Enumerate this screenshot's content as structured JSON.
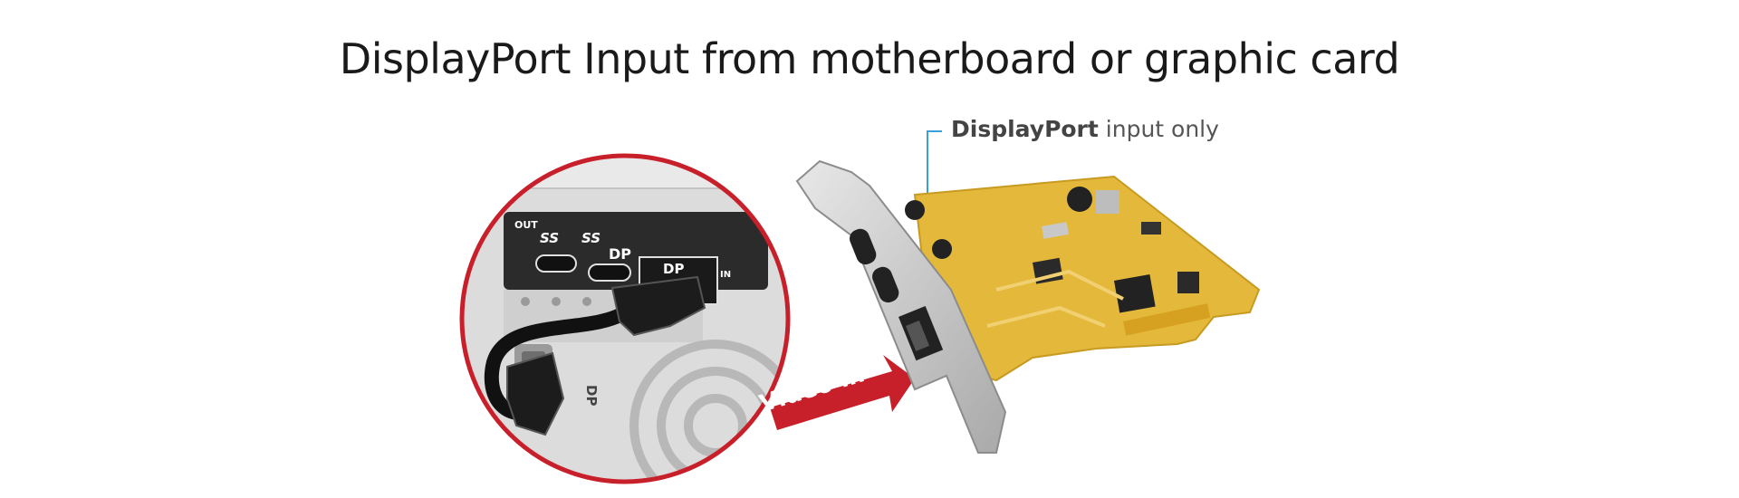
{
  "title": "DisplayPort Input from motherboard or graphic card",
  "callout": {
    "bold": "DisplayPort",
    "rest": " input only"
  },
  "arrow_label": "Video in",
  "port_labels": {
    "out": "OUT",
    "in": "IN",
    "ss1": "SS",
    "ss2": "SS",
    "dp_port": "DP",
    "dp_usb": "DP",
    "dp_cable": "DP"
  },
  "colors": {
    "accent_red": "#c8202a",
    "callout_line": "#3aa0d8",
    "pcb": "#e4b83a"
  }
}
